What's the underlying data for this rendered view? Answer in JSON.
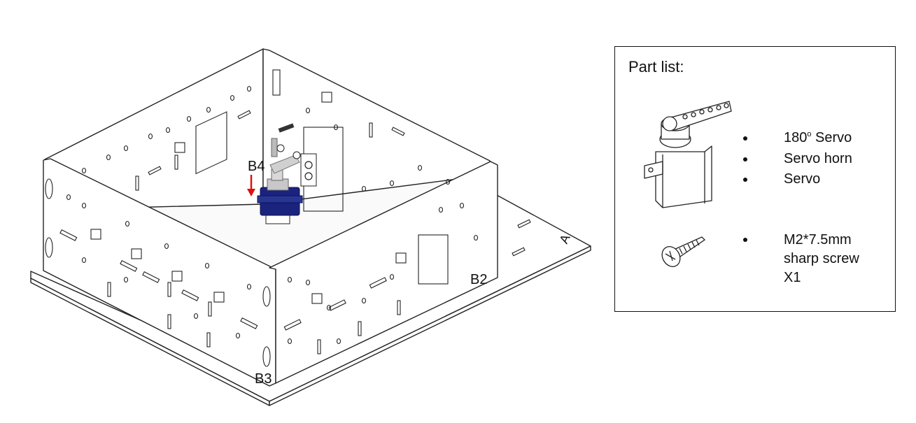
{
  "labels": {
    "b4": "B4",
    "b3": "B3",
    "b2": "B2",
    "a": "A"
  },
  "part_list": {
    "title": "Part list:",
    "servo_items": [
      {
        "pre": "180",
        "sup": "o",
        "post": " Servo"
      },
      {
        "text": "Servo horn"
      },
      {
        "text": "Servo"
      }
    ],
    "screw_lines": [
      "M2*7.5mm",
      "sharp screw",
      "X1"
    ]
  },
  "colors": {
    "line": "#222222",
    "servo": "#1a237e",
    "servo_light": "#3949ab",
    "arrow": "#e01010",
    "horn": "#cfcfcf"
  },
  "icons": [
    "servo-icon",
    "screw-icon",
    "arrow-down-icon"
  ]
}
